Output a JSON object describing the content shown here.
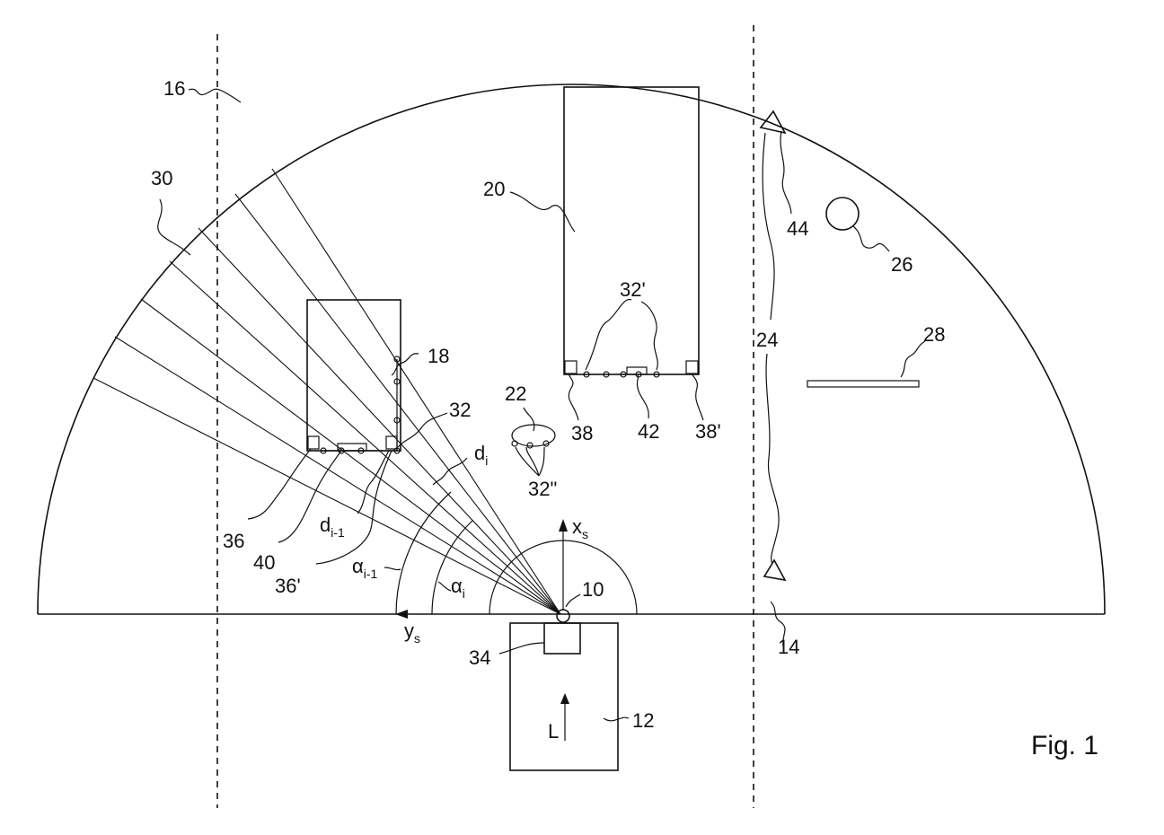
{
  "figure": {
    "caption": "Fig. 1"
  },
  "labels": {
    "l16": "16",
    "l30": "30",
    "l20": "20",
    "l32p": "32'",
    "l44": "44",
    "l26": "26",
    "l24": "24",
    "l28": "28",
    "l18": "18",
    "l32": "32",
    "l22": "22",
    "l38": "38",
    "l42": "42",
    "l38p": "38'",
    "l32pp": "32\"",
    "di": "d",
    "di_sub": "i",
    "l36": "36",
    "l40": "40",
    "di1": "d",
    "di1_sub": "i-1",
    "l36p": "36'",
    "alpha_i1": "α",
    "alpha_i1_sub": "i-1",
    "alpha_i": "α",
    "alpha_i_sub": "i",
    "xs": "x",
    "xs_sub": "s",
    "ys": "y",
    "ys_sub": "s",
    "l10": "10",
    "l14": "14",
    "l34": "34",
    "L": "L",
    "l12": "12"
  }
}
